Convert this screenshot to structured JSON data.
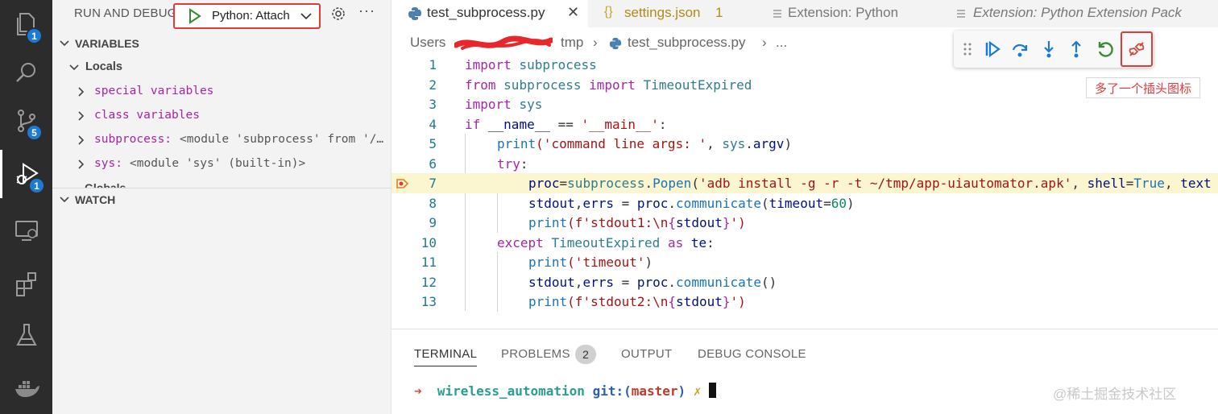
{
  "activity_bar": {
    "badges": {
      "explorer": "1",
      "source_control": "5",
      "run_debug": "1"
    }
  },
  "sidebar": {
    "title": "RUN AND DEBUG",
    "config": "Python: Attach",
    "variables": {
      "header": "VARIABLES",
      "locals": "Locals",
      "items": [
        {
          "name": "special variables",
          "value": ""
        },
        {
          "name": "class variables",
          "value": ""
        },
        {
          "name": "subprocess:",
          "value": "<module 'subprocess' from '/…"
        },
        {
          "name": "sys:",
          "value": "<module 'sys' (built-in)>"
        }
      ],
      "globals": "Globals"
    },
    "watch": {
      "header": "WATCH"
    }
  },
  "tabs": [
    {
      "label": "test_subprocess.py",
      "active": true
    },
    {
      "label": "settings.json",
      "suffix": "1"
    },
    {
      "label": "Extension: Python"
    },
    {
      "label": "Extension: Python Extension Pack"
    }
  ],
  "breadcrumbs": {
    "root": "Users",
    "folder": "tmp",
    "file": "test_subprocess.py",
    "tail": "..."
  },
  "annotation": "多了一个插头图标",
  "editor": {
    "current_line": 7,
    "lines": [
      {
        "n": "1"
      },
      {
        "n": "2"
      },
      {
        "n": "3"
      },
      {
        "n": "4"
      },
      {
        "n": "5"
      },
      {
        "n": "6"
      },
      {
        "n": "7"
      },
      {
        "n": "8"
      },
      {
        "n": "9"
      },
      {
        "n": "10"
      },
      {
        "n": "11"
      },
      {
        "n": "12"
      },
      {
        "n": "13"
      }
    ],
    "code": {
      "l1": [
        "import",
        "subprocess"
      ],
      "l2": [
        "from",
        "subprocess",
        "import",
        "TimeoutExpired"
      ],
      "l3": [
        "import",
        "sys"
      ],
      "l4": [
        "if",
        "__name__",
        "==",
        "'__main__'",
        ":"
      ],
      "l5": [
        "print",
        "('command line args: '",
        ", ",
        "sys",
        ".",
        "argv",
        ")"
      ],
      "l6": [
        "try",
        ":"
      ],
      "l7": [
        "proc",
        "=",
        "subprocess",
        ".",
        "Popen",
        "(",
        "'adb install -g -r -t ~/tmp/app-uiautomator.apk'",
        ", ",
        "shell",
        "=",
        "True",
        ", ",
        "text"
      ],
      "l8": [
        "stdout",
        ",",
        "errs",
        " = ",
        "proc",
        ".",
        "communicate",
        "(",
        "timeout",
        "=",
        "60",
        ")"
      ],
      "l9": [
        "print",
        "(f'stdout1:\\n",
        "{",
        "stdout",
        "}",
        "')"
      ],
      "l10": [
        "except",
        "TimeoutExpired",
        "as",
        "te",
        ":"
      ],
      "l11": [
        "print",
        "('timeout'",
        ")"
      ],
      "l12": [
        "stdout",
        ",",
        "errs",
        " = ",
        "proc",
        ".",
        "communicate",
        "()"
      ],
      "l13": [
        "print",
        "(f'stdout2:\\n",
        "{",
        "stdout",
        "}",
        "')"
      ]
    }
  },
  "panel": {
    "tabs": [
      "TERMINAL",
      "PROBLEMS",
      "OUTPUT",
      "DEBUG CONSOLE"
    ],
    "problems_count": "2",
    "terminal": {
      "arrow": "➜",
      "dir": "wireless_automation",
      "git": "git:(",
      "branch": "master",
      "git_close": ")",
      "dirty": "✗"
    }
  },
  "watermark": "@稀土掘金技术社区",
  "colors": {
    "accent": "#1a7ad6",
    "highlight": "#e03b3b",
    "current_line": "#fbf5d0"
  }
}
